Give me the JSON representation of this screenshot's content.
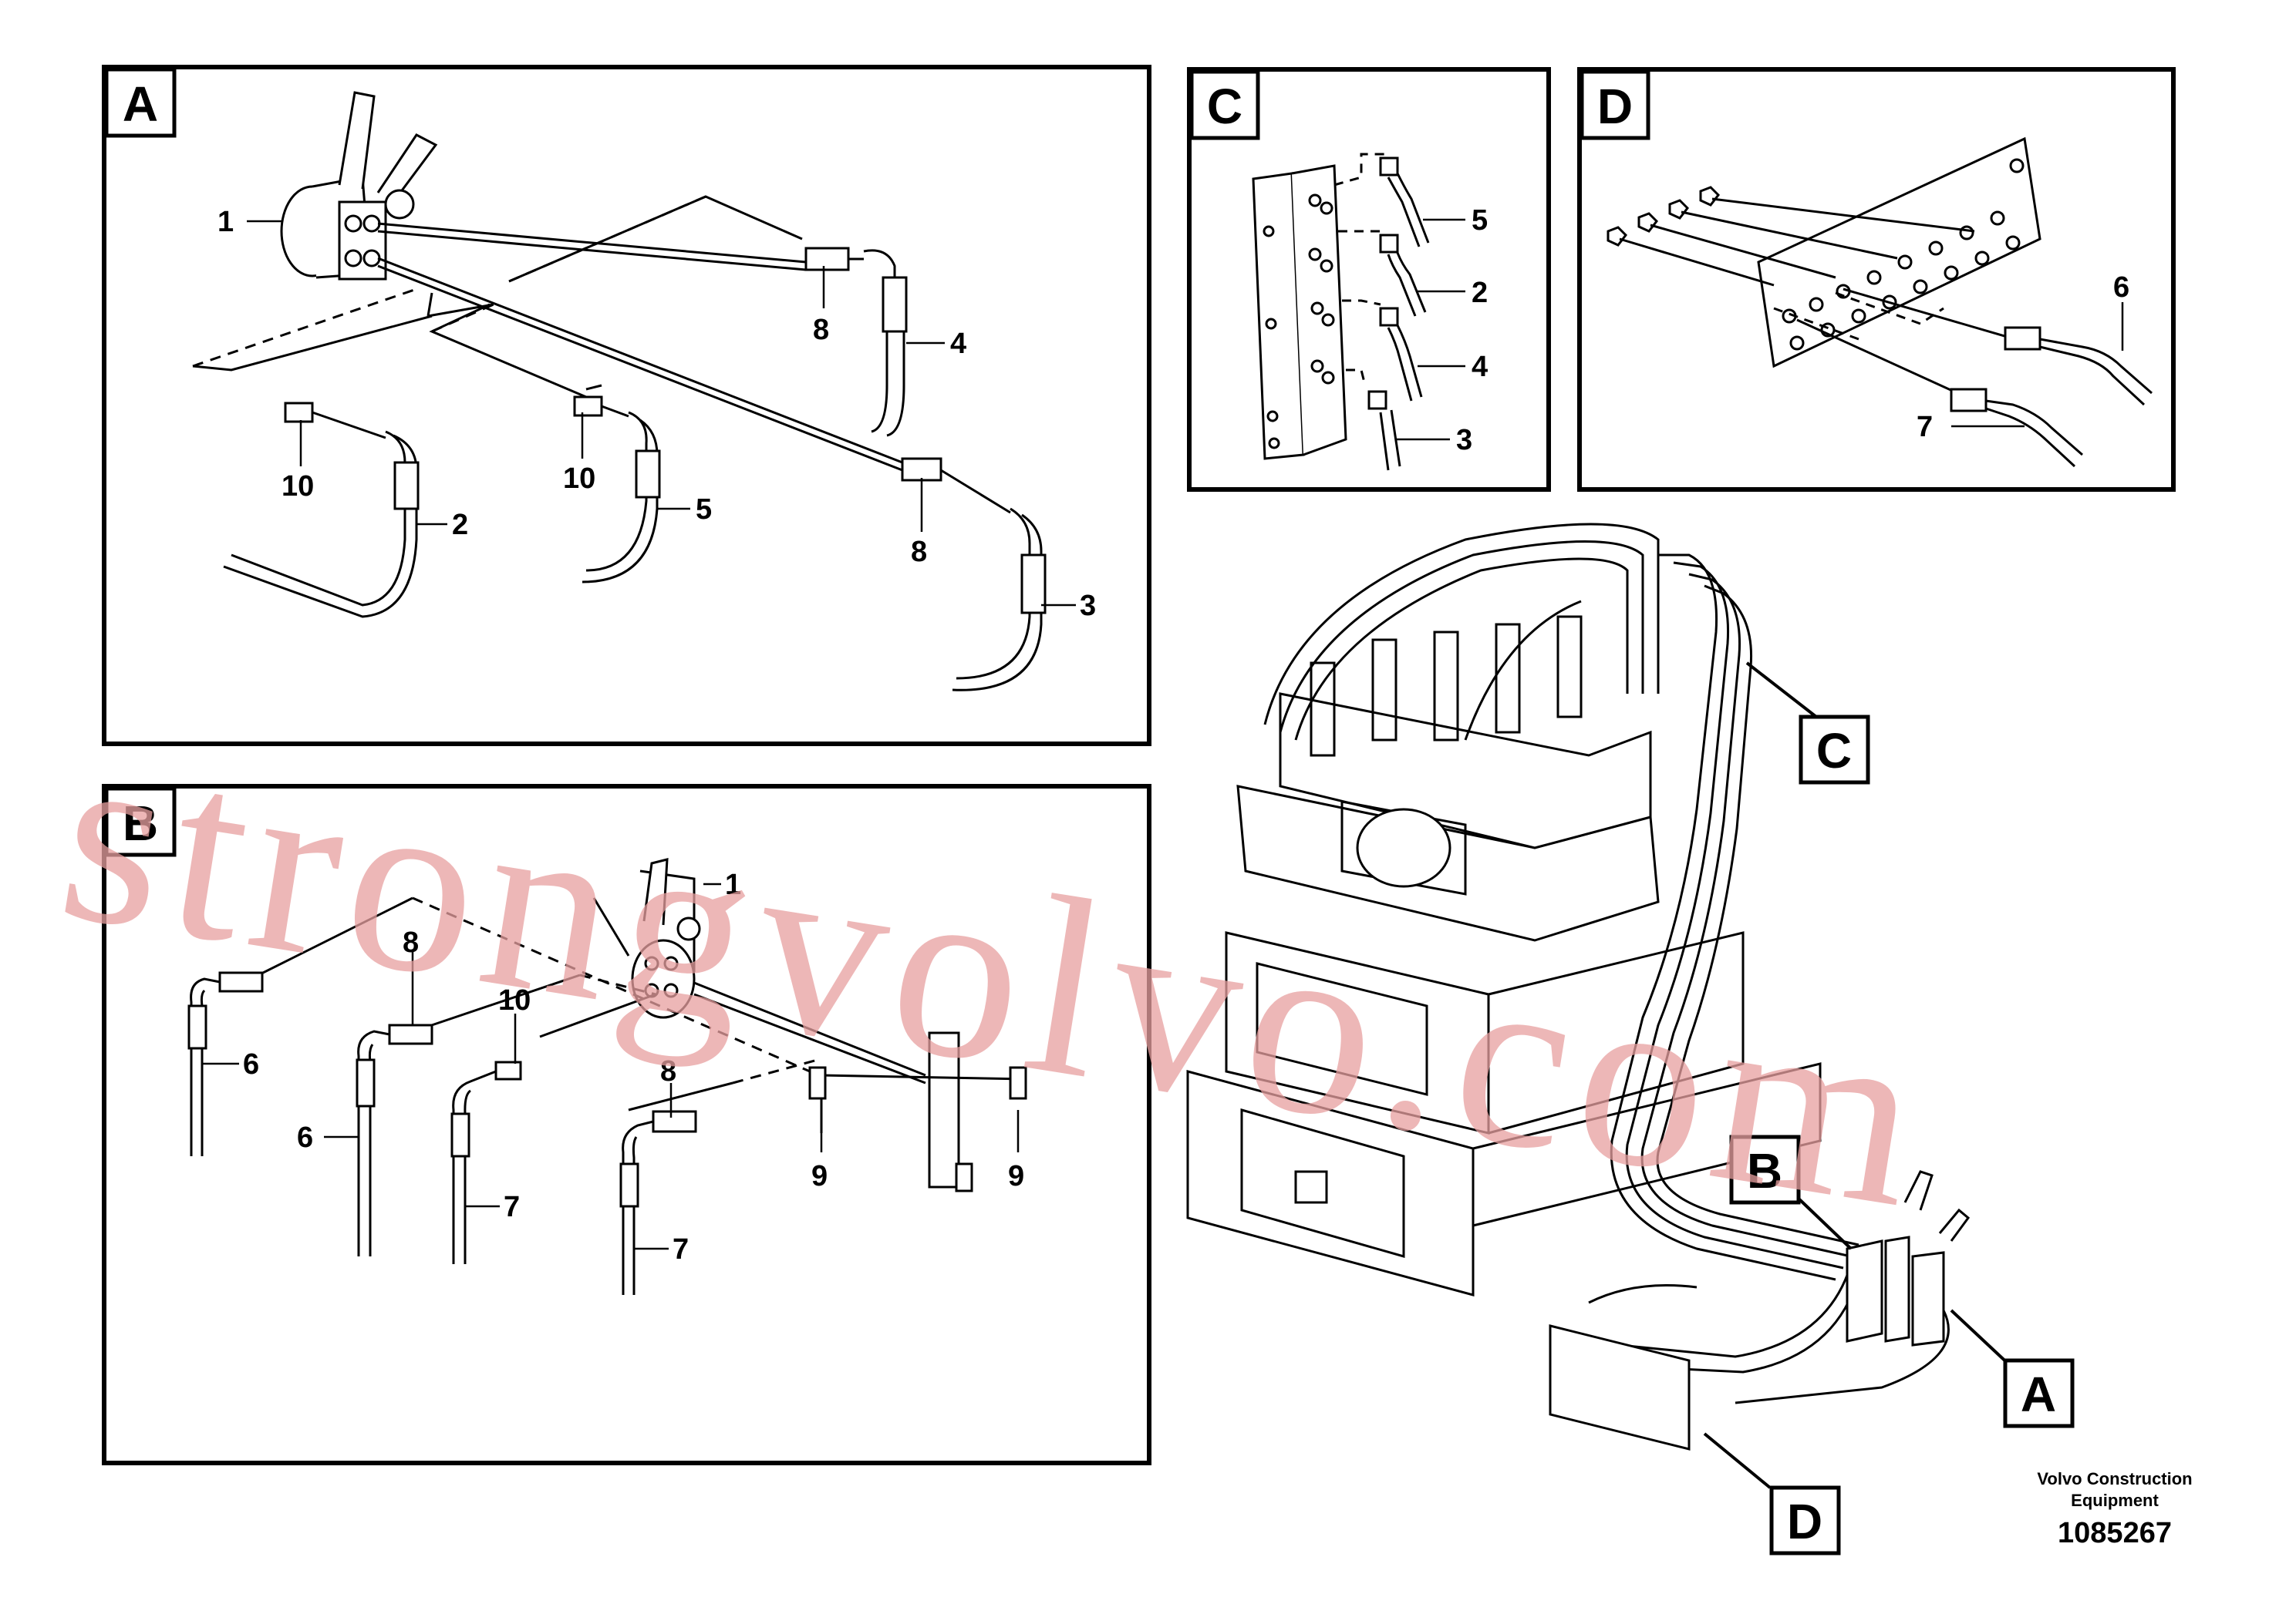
{
  "panels": {
    "A": {
      "letter": "A"
    },
    "B": {
      "letter": "B"
    },
    "C": {
      "letter": "C"
    },
    "D": {
      "letter": "D"
    }
  },
  "callouts": {
    "A": [
      "1",
      "8",
      "4",
      "10",
      "2",
      "10",
      "5",
      "8",
      "3"
    ],
    "B": [
      "1",
      "8",
      "10",
      "8",
      "6",
      "6",
      "7",
      "7",
      "9",
      "9"
    ],
    "C": [
      "5",
      "2",
      "4",
      "3"
    ],
    "D": [
      "6",
      "7"
    ]
  },
  "overview_refs": [
    "C",
    "B",
    "A",
    "D"
  ],
  "watermark": "strongvolvo.com",
  "footer": {
    "company_line1": "Volvo Construction",
    "company_line2": "Equipment",
    "drawing_number": "1085267"
  },
  "colors": {
    "line": "#000000",
    "watermark": "#e8a0a0"
  }
}
